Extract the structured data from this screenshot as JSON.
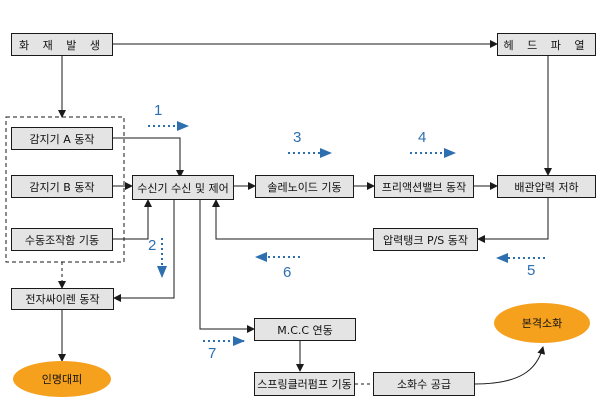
{
  "nodes": {
    "fire": "화 재 발 생",
    "head": "헤 드 파 열",
    "sensor_a": "감지기 A  동작",
    "sensor_b": "감지기  B  동작",
    "manual": "수동조작함  기동",
    "receiver": "수신기 수신 및 제어",
    "solenoid": "솔레노이드  기동",
    "preaction": "프리액션밸브 동작",
    "pipe_pressure": "배관압력  저하",
    "pressure_tank": "압력탱크 P/S  동작",
    "siren": "전자싸이렌  동작",
    "mcc": "M.C.C  연동",
    "pump": "스프링클러펌프 기동",
    "water": "소화수  공급",
    "fire_out": "본격소화",
    "evacuation": "인명대피"
  },
  "steps": [
    "1",
    "2",
    "3",
    "4",
    "5",
    "6",
    "7"
  ],
  "colors": {
    "box_fill": "#e4e4e4",
    "oval_fill": "#f5a11e",
    "step_arrow": "#2e6fb0",
    "line": "#1a1a1a"
  }
}
